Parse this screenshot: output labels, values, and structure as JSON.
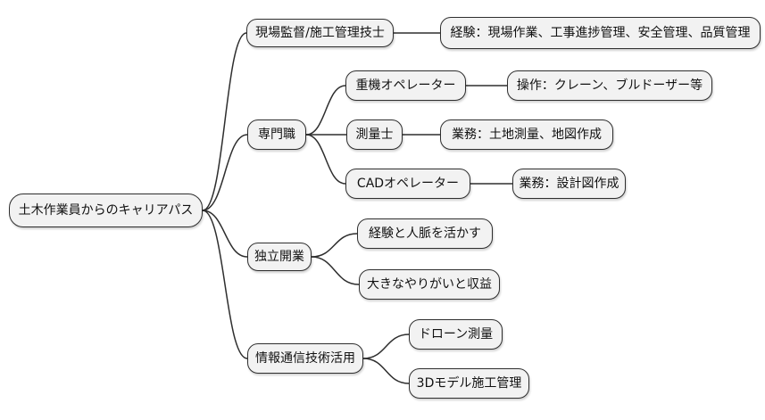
{
  "mindmap": {
    "root": {
      "label": "土木作業員からのキャリアパス"
    },
    "branches": [
      {
        "label": "現場監督/施工管理技士",
        "children": [
          {
            "label": "経験：現場作業、工事進捗管理、安全管理、品質管理"
          }
        ]
      },
      {
        "label": "専門職",
        "children": [
          {
            "label": "重機オペレーター",
            "children": [
              {
                "label": "操作：クレーン、ブルドーザー等"
              }
            ]
          },
          {
            "label": "測量士",
            "children": [
              {
                "label": "業務：土地測量、地図作成"
              }
            ]
          },
          {
            "label": "CADオペレーター",
            "children": [
              {
                "label": "業務：設計図作成"
              }
            ]
          }
        ]
      },
      {
        "label": "独立開業",
        "children": [
          {
            "label": "経験と人脈を活かす"
          },
          {
            "label": "大きなやりがいと収益"
          }
        ]
      },
      {
        "label": "情報通信技術活用",
        "children": [
          {
            "label": "ドローン測量"
          },
          {
            "label": "3Dモデル施工管理"
          }
        ]
      }
    ],
    "style": {
      "canvas_bg": "#ffffff",
      "node_fill": "#f2f2f2",
      "node_border": "#2e2e2e",
      "edge_color": "#2e2e2e",
      "text_color": "#111111"
    }
  }
}
